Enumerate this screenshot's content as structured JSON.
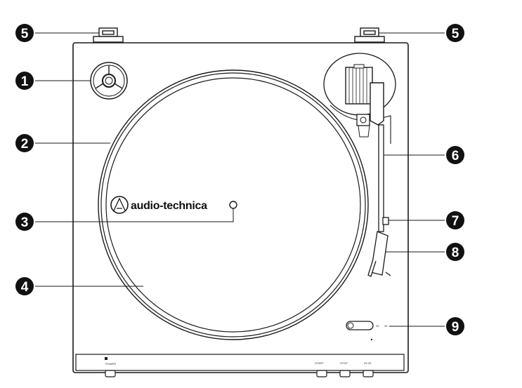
{
  "brand": {
    "name": "audio-technica"
  },
  "callouts": [
    {
      "id": "c5a",
      "number": "5"
    },
    {
      "id": "c5b",
      "number": "5"
    },
    {
      "id": "c1",
      "number": "1"
    },
    {
      "id": "c2",
      "number": "2"
    },
    {
      "id": "c3",
      "number": "3"
    },
    {
      "id": "c4",
      "number": "4"
    },
    {
      "id": "c6",
      "number": "6"
    },
    {
      "id": "c7",
      "number": "7"
    },
    {
      "id": "c8",
      "number": "8"
    },
    {
      "id": "c9",
      "number": "9"
    }
  ],
  "panel": {
    "power_label": "POWER",
    "start_label": "START",
    "stop_label": "STOP",
    "speed_label": "33 45"
  },
  "speed_marks": {
    "left": "33",
    "right": "45"
  },
  "colors": {
    "outline": "#1a1a1a",
    "badge": "#111111",
    "background": "#ffffff"
  }
}
